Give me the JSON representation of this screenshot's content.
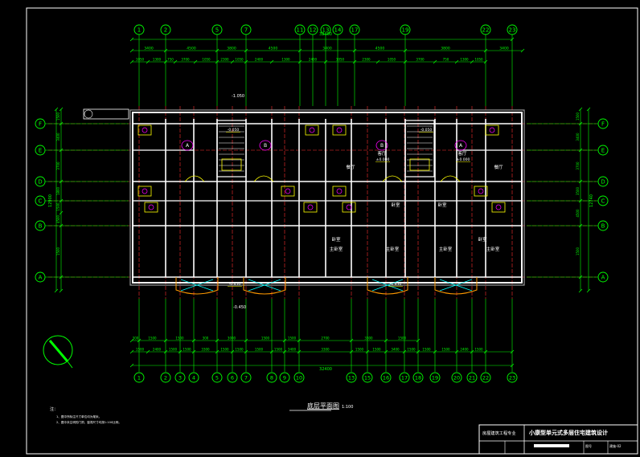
{
  "colors": {
    "background": "#000000",
    "axis_line": "#ff3030",
    "dimension": "#00ff00",
    "wall": "#ffffff",
    "hatch": "#9a9a9a",
    "accent_magenta": "#ff00ff",
    "accent_yellow": "#ffff00",
    "accent_cyan": "#00ffff",
    "accent_orange": "#ff9900",
    "frame": "#ffffff"
  },
  "drawing": {
    "title_caption": "底层平面图",
    "title_scale": "1:100",
    "notes_label": "注：",
    "notes": [
      "1、图中所标注尺寸单位均为毫米。",
      "2、图中未注明的门洞、窗洞尺寸均按1:100比例。"
    ],
    "top_overall_dim": "32400",
    "left_overall_dim": "12900",
    "right_overall_dim": "12740",
    "bottom_total_dim": "32400",
    "entrance_level": "-1.050",
    "ground_level": "-0.450"
  },
  "axes": {
    "top_labels": [
      "1",
      "2",
      "5",
      "7",
      "11",
      "12",
      "13",
      "14",
      "17",
      "19",
      "22",
      "23"
    ],
    "bottom_labels": [
      "1",
      "2",
      "3",
      "4",
      "5",
      "6",
      "7",
      "8",
      "9",
      "10",
      "13",
      "15",
      "16",
      "17",
      "18",
      "19",
      "20",
      "21",
      "22",
      "23"
    ],
    "left_labels": [
      "F",
      "E",
      "D",
      "C",
      "B",
      "A"
    ],
    "right_labels": [
      "F",
      "E",
      "D",
      "C",
      "B",
      "A"
    ]
  },
  "dimensions": {
    "top_row1": [
      "3400",
      "4500",
      "3800",
      "4500",
      "3400",
      "4500",
      "3800",
      "3400"
    ],
    "top_row2": [
      "1050",
      "1300",
      "750",
      "3700",
      "1050",
      "2300",
      "1050",
      "2400",
      "1300",
      "2400",
      "1050",
      "2300",
      "1050",
      "3700",
      "750",
      "1300",
      "1050"
    ],
    "left": [
      "1500",
      "3400",
      "3700",
      "1800",
      "1500",
      "4500",
      "1500"
    ],
    "right": [
      "1500",
      "3400",
      "3700",
      "3500",
      "4500",
      "1500"
    ],
    "bottom_row1": [
      "300",
      "1500",
      "1500",
      "300",
      "3000",
      "1500",
      "1500",
      "2700",
      "3300",
      "1500"
    ],
    "bottom_row2": [
      "1500",
      "2400",
      "1500",
      "1500",
      "3300",
      "1500",
      "1500",
      "1500",
      "1500",
      "3400",
      "3300",
      "1500",
      "1500",
      "3400",
      "1500",
      "1500",
      "1500",
      "2400",
      "1500"
    ]
  },
  "rooms": {
    "unit_labels": [
      "A",
      "B",
      "B",
      "A"
    ],
    "labels": [
      "餐厅",
      "餐厅",
      "卧室",
      "卧室",
      "卧室",
      "卧室",
      "主卧室",
      "主卧室",
      "主卧室",
      "主卧室",
      "客厅",
      "客厅"
    ],
    "elevations": [
      "-0.050",
      "-0.050",
      "±0.000",
      "±0.000",
      "-0.450",
      "-0.450"
    ]
  },
  "title_block": {
    "school": "房屋建筑工程专业",
    "project": "小康型单元式多层住宅建筑设计",
    "sheet": "图号",
    "sheet_no": "建施-02"
  }
}
